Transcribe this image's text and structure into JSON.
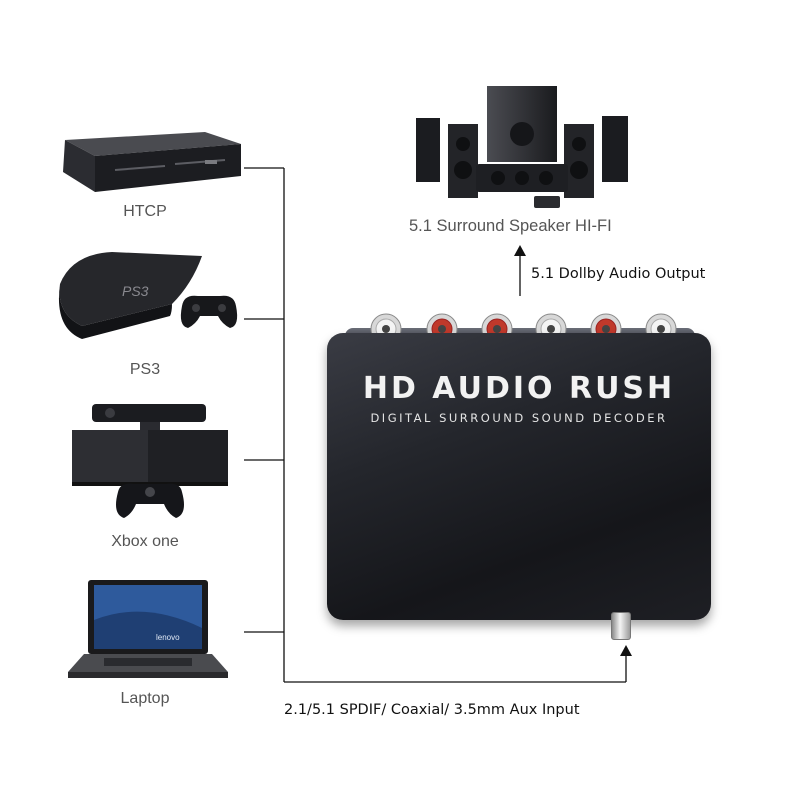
{
  "sources": [
    {
      "label": "HTCP"
    },
    {
      "label": "PS3"
    },
    {
      "label": "Xbox one"
    },
    {
      "label": "Laptop"
    }
  ],
  "speaker": {
    "label": "5.1 Surround Speaker HI-FI"
  },
  "output_caption": "5.1 Dollby Audio Output",
  "input_caption": "2.1/5.1 SPDIF/ Coaxial/ 3.5mm Aux Input",
  "decoder": {
    "brand": "HD AUDIO RUSH",
    "subtitle": "DIGITAL SURROUND SOUND DECODER"
  },
  "laptop_logo": "lenovo",
  "colors": {
    "connector_line": "#111111",
    "device_body": "#1a1b1f",
    "rca_red": "#c0392b",
    "rca_white": "#f4f4f4"
  }
}
